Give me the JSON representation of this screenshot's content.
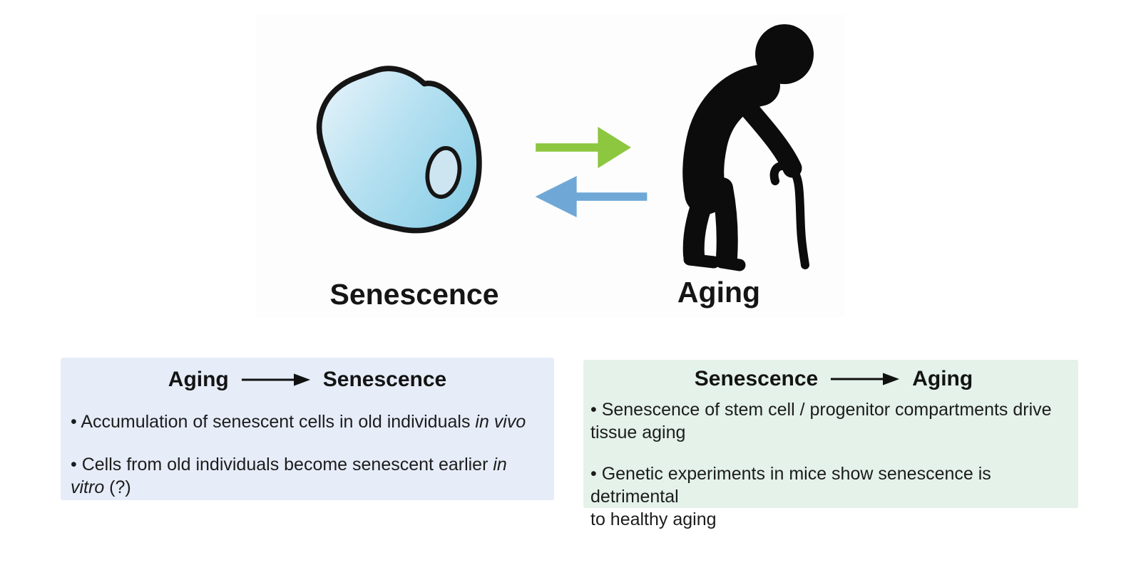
{
  "illustration": {
    "cell": {
      "label": "Senescence",
      "gradient_start": "#eaf5fb",
      "gradient_mid": "#b7e1f1",
      "gradient_end": "#8ed0e8",
      "nucleus_fill": "#cde5f1",
      "outline_color": "#151515"
    },
    "person": {
      "label": "Aging",
      "color": "#0c0c0c"
    },
    "forward_arrow_color": "#8dc63f",
    "reverse_arrow_color": "#6fa8d6"
  },
  "panels": {
    "aging_to_senescence": {
      "background": "#e6ecf8",
      "title_from": "Aging",
      "title_to": "Senescence",
      "bullets": [
        {
          "text": "• Accumulation of senescent cells in old individuals ",
          "italic": "in vivo",
          "suffix": ""
        },
        {
          "text": "• Cells from old individuals become senescent earlier ",
          "italic": "in vitro",
          "suffix": " (?)"
        }
      ]
    },
    "senescence_to_aging": {
      "background": "#e4f2e9",
      "title_from": "Senescence",
      "title_to": "Aging",
      "bullets": [
        {
          "text": "• Senescence of stem cell / progenitor compartments drive\ntissue aging",
          "italic": "",
          "suffix": ""
        },
        {
          "text": "• Genetic experiments in mice show senescence is detrimental\nto healthy aging",
          "italic": "",
          "suffix": ""
        }
      ]
    }
  }
}
